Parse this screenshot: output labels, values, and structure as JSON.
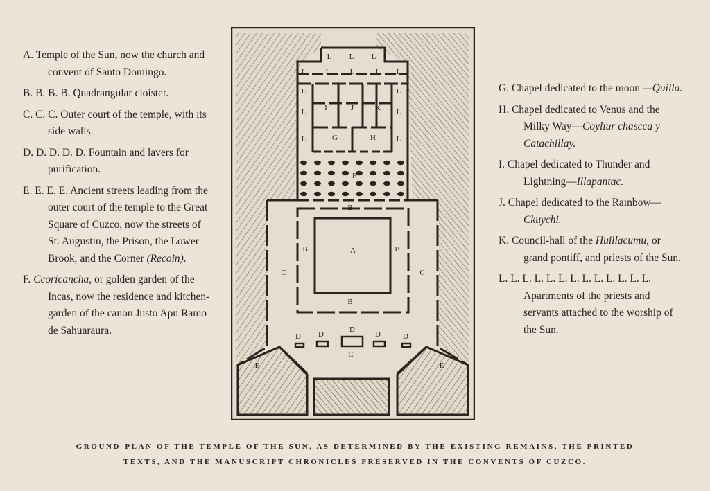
{
  "legend_left": [
    {
      "key": "A.",
      "text": "Temple of the Sun, now the church and convent of Santo Domingo."
    },
    {
      "key": "B. B. B. B.",
      "text": "Quadrangular cloister."
    },
    {
      "key": "C. C. C.",
      "text": "Outer court of the temple, with its side walls."
    },
    {
      "key": "D. D. D. D. D.",
      "text": "Fountain and lavers for purification."
    },
    {
      "key": "E. E. E. E.",
      "text": "Ancient streets leading from the outer court of the temple to the Great Square of Cuzco, now the streets of St. Augustin, the Prison, the Lower Brook, and the Corner",
      "italic": "(Recoin)."
    },
    {
      "key": "F.",
      "italic_lead": "Ccoricancha,",
      "text": "or golden garden of the Incas, now the residence and kitchen-garden of the canon Justo Apu Ramo de Sahuaraura."
    }
  ],
  "legend_right": [
    {
      "key": "G.",
      "text": "Chapel dedicated to the moon",
      "italic": "—Quilla."
    },
    {
      "key": "H.",
      "text": "Chapel dedicated to Venus and the Milky Way—",
      "italic": "Coyliur chascca y Catachillay."
    },
    {
      "key": "I.",
      "text": "Chapel dedicated to Thunder and Lightning—",
      "italic": "Illapantac."
    },
    {
      "key": "J.",
      "text": "Chapel dedicated to the Rainbow—",
      "italic": "Ckuychi."
    },
    {
      "key": "K.",
      "text": "Council-hall of the",
      "italic": "Huillacumu,",
      "text2": "or grand pontiff, and priests of the Sun."
    },
    {
      "key": "L. L. L. L. L. L. L. L. L. L. L. L. L.",
      "text": "Apartments of the priests and servants attached to the worship of the Sun."
    }
  ],
  "plan_labels": {
    "A": "A",
    "B": "B",
    "C": "C",
    "D": "D",
    "E": "E",
    "F": "F",
    "G": "G",
    "H": "H",
    "I": "I",
    "J": "J",
    "K": "K",
    "L": "L"
  },
  "caption": {
    "line1": "GROUND-PLAN OF THE TEMPLE OF THE SUN, AS DETERMINED BY THE EXISTING REMAINS, THE PRINTED",
    "line2": "TEXTS, AND THE MANUSCRIPT CHRONICLES PRESERVED IN THE CONVENTS OF CUZCO."
  }
}
